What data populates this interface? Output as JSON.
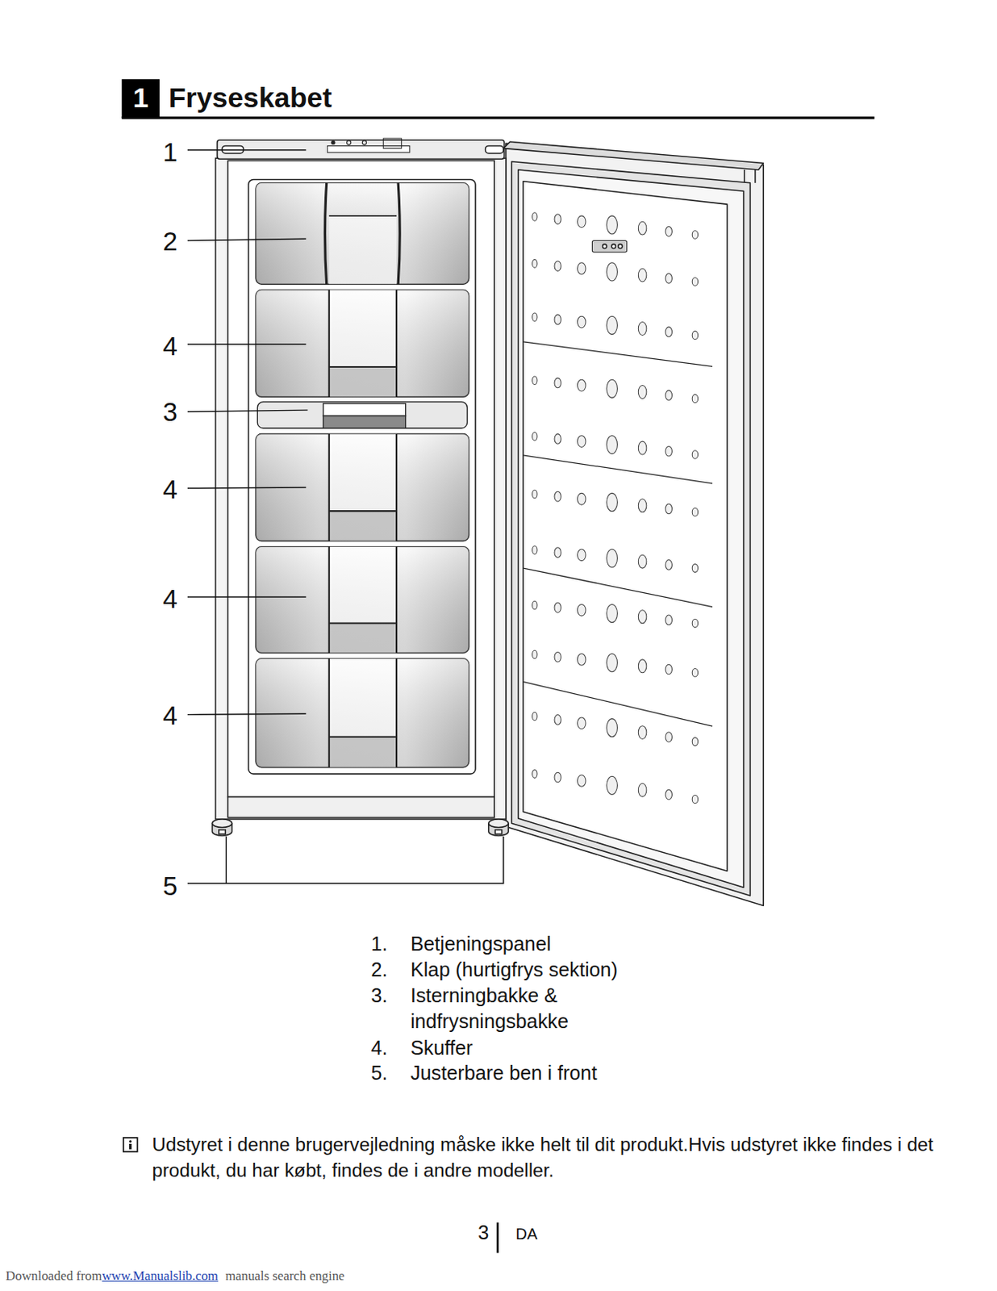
{
  "diagram": {
    "title": "Fryseskabet",
    "labels": [
      "1",
      "1",
      "2",
      "4",
      "3",
      "4",
      "4",
      "4",
      "5",
      "1.",
      "Betjeningspanel",
      "2.",
      "Klap (hurtigfrys sektion)",
      "3.",
      "Isterningbakke & indfrysningsbakke",
      "4.",
      "Skuffer",
      "5.",
      "Justerbare ben i front",
      "Udstyret i denne brugervejledning måske ikke helt til dit produkt.Hvis udstyret ikke findes i det produkt, du har købt, findes de i andre modeller.",
      "3",
      "DA",
      "Downloaded from",
      "www.Manualslib.com",
      "manuals search engine"
    ]
  }
}
